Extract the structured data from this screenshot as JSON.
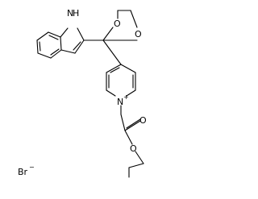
{
  "atoms": {
    "indole_nh": "N",
    "indole_h": "H",
    "dioxolane_o_right": "O",
    "dioxolane_o_left": "O",
    "pyridinium_n": "N",
    "pyridinium_charge": "+",
    "carbonyl_o": "O",
    "ester_o": "O",
    "counterion": "Br",
    "counterion_charge": "−"
  },
  "colors": {
    "ink": "#000000",
    "background": "#ffffff"
  }
}
